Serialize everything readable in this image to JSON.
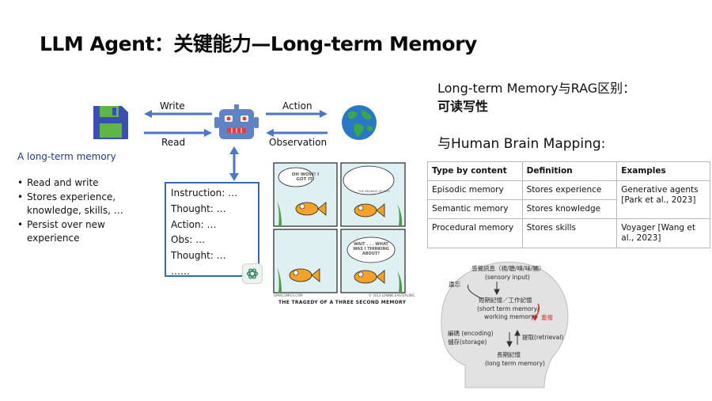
{
  "title": "LLM Agent：关键能力—Long-term Memory",
  "diagram": {
    "write_label": "Write",
    "read_label": "Read",
    "action_label": "Action",
    "observation_label": "Observation",
    "memory_caption": "A long-term memory",
    "bullets": [
      "Read and write",
      "Stores experience, knowledge, skills, …",
      "Persist over new experience"
    ],
    "trace": [
      "Instruction: …",
      "Thought: …",
      "Action: …",
      "Obs: …",
      "Thought: …",
      "……"
    ]
  },
  "comic": {
    "bubble1": "OH WOW! I GOT IT!",
    "bubble2": "THE MEANING OF LIFE!",
    "bubble3": "WAIT . . . WHAT WAS I THINKING ABOUT?",
    "source_left": "SPARCOMICS.COM",
    "source_right": "© 2013 LONNIE EASTERLING",
    "caption": "THE TRAGEDY OF A THREE SECOND MEMORY"
  },
  "rag": {
    "heading": "Long-term Memory与RAG区别：",
    "sub": "可读写性",
    "mapping_heading": "与Human Brain Mapping:"
  },
  "table": {
    "headers": [
      "Type by content",
      "Definition",
      "Examples"
    ],
    "rows": [
      [
        "Episodic memory",
        "Stores experience",
        "Generative agents [Park et al., 2023]"
      ],
      [
        "Semantic memory",
        "Stores knowledge",
        ""
      ],
      [
        "Procedural memory",
        "Stores skills",
        "Voyager [Wang et al., 2023]"
      ]
    ]
  },
  "brain": {
    "sensory": "感覺訊息（視/聽/嗅/味/觸）",
    "sensory_en": "(sensory input)",
    "forget": "遺忘",
    "short_term": "短期記憶／工作記憶",
    "short_term_en1": "(short term memory/",
    "short_term_en2": "working memory)",
    "rehearsal": "重複",
    "encoding": "編碼 (encoding)",
    "storage": "儲存(storage)",
    "retrieval": "提取(retrieval)",
    "long_term": "長期記憶",
    "long_term_en": "(long term memory)"
  },
  "colors": {
    "floppy": "#3b4fb0",
    "floppy_accent": "#5fb648",
    "arrow": "#4b78c0",
    "robot": "#5f83c4",
    "earth_sea": "#2a78c4",
    "earth_land": "#3aa84a",
    "trace_border": "#3b6aa8",
    "rehearsal": "#d8352a"
  }
}
